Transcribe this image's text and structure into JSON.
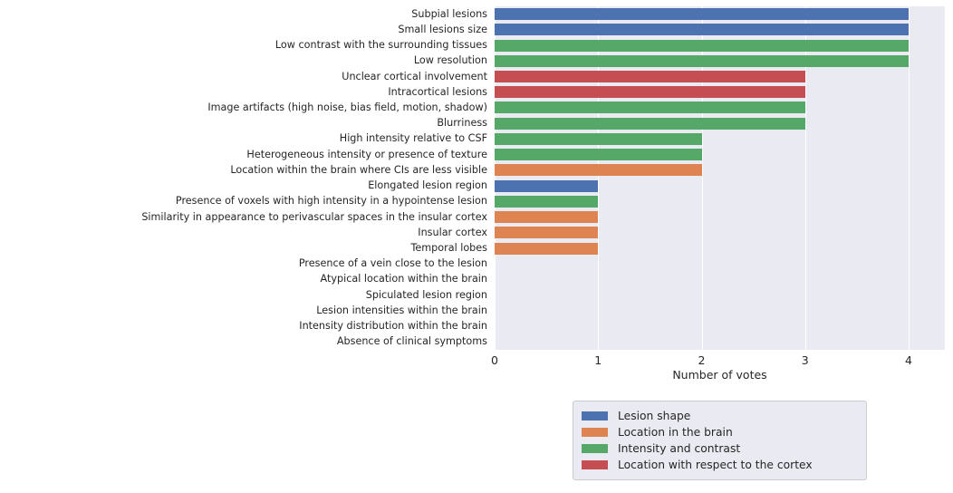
{
  "chart_data": {
    "type": "bar",
    "orientation": "horizontal",
    "title": "",
    "xlabel": "Number of votes",
    "ylabel": "",
    "xlim": [
      0,
      4.35
    ],
    "xticks": [
      0,
      1,
      2,
      3,
      4
    ],
    "xticklabels": [
      "0",
      "1",
      "2",
      "3",
      "4"
    ],
    "grid": true,
    "grid_axis": "x",
    "legend_position": "lower center",
    "categories": [
      "Subpial lesions",
      "Small lesions size",
      "Low contrast with the surrounding tissues",
      "Low resolution",
      "Unclear cortical involvement",
      "Intracortical lesions",
      "Image artifacts (high noise, bias field, motion, shadow)",
      "Blurriness",
      "High intensity relative to CSF",
      "Heterogeneous intensity or presence of texture",
      "Location within the brain where CIs are less visible",
      "Elongated lesion region",
      "Presence of voxels with high intensity in a hypointense lesion",
      "Similarity in appearance to perivascular spaces in the insular cortex",
      "Insular cortex",
      "Temporal lobes",
      "Presence of a vein close to the lesion",
      "Atypical location within the brain",
      "Spiculated lesion region",
      "Lesion intensities within the brain",
      "Intensity distribution within the brain",
      "Absence of clinical symptoms"
    ],
    "values": [
      4,
      4,
      4,
      4,
      3,
      3,
      3,
      3,
      2,
      2,
      2,
      1,
      1,
      1,
      1,
      1,
      0,
      0,
      0,
      0,
      0,
      0
    ],
    "groups": [
      "Lesion shape",
      "Lesion shape",
      "Intensity and contrast",
      "Intensity and contrast",
      "Location with respect to the cortex",
      "Location with respect to the cortex",
      "Intensity and contrast",
      "Intensity and contrast",
      "Intensity and contrast",
      "Intensity and contrast",
      "Location in the brain",
      "Lesion shape",
      "Intensity and contrast",
      "Location in the brain",
      "Location in the brain",
      "Location in the brain",
      "Location in the brain",
      "Location in the brain",
      "Lesion shape",
      "Intensity and contrast",
      "Intensity and contrast",
      "Location in the brain"
    ],
    "legend": [
      {
        "label": "Lesion shape",
        "color": "#4c72b0"
      },
      {
        "label": "Location in the brain",
        "color": "#dd8452"
      },
      {
        "label": "Intensity and contrast",
        "color": "#55a868"
      },
      {
        "label": "Location with respect to the cortex",
        "color": "#c44e52"
      }
    ],
    "colors": {
      "Lesion shape": "#4c72b0",
      "Location in the brain": "#dd8452",
      "Intensity and contrast": "#55a868",
      "Location with respect to the cortex": "#c44e52",
      "axes_background": "#eaeaf2",
      "gridline": "#ffffff",
      "figure_background": "#ffffff",
      "text": "#262626"
    }
  }
}
